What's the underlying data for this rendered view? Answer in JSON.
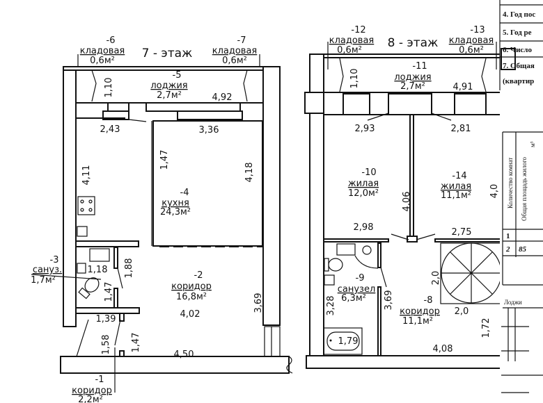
{
  "floor7": {
    "title": "7 - этаж",
    "storage_left": {
      "num": "-6",
      "name": "кладовая",
      "area": "0,6м²"
    },
    "storage_right": {
      "num": "-7",
      "name": "кладовая",
      "area": "0,6м²"
    },
    "loggia": {
      "num": "-5",
      "name": "лоджия",
      "area": "2,7м²"
    },
    "kitchen": {
      "num": "-4",
      "name": "кухня",
      "area": "24,3м²"
    },
    "bathroom": {
      "num": "-3",
      "name": "сануз.",
      "area": "1,7м²"
    },
    "corridor": {
      "num": "-2",
      "name": "коридор",
      "area": "16,8м²"
    },
    "hall": {
      "num": "-1",
      "name": "коридор",
      "area": "2,2м²"
    },
    "dims": [
      "1,10",
      "4,92",
      "2,43",
      "3,36",
      "1,47",
      "4,11",
      "4,18",
      "1,18",
      "1,88",
      "1,47",
      "4,02",
      "3,69",
      "1,39",
      "1,58",
      "1,47",
      "4,50"
    ]
  },
  "floor8": {
    "title": "8 - этаж",
    "storage_left": {
      "num": "-12",
      "name": "кладовая",
      "area": "0,6м²"
    },
    "storage_right": {
      "num": "-13",
      "name": "кладовая",
      "area": "0,6м²"
    },
    "loggia": {
      "num": "-11",
      "name": "лоджия",
      "area": "2,7м²"
    },
    "room1": {
      "num": "-10",
      "name": "жилая",
      "area": "12,0м²"
    },
    "room2": {
      "num": "-14",
      "name": "жилая",
      "area": "11,1м²"
    },
    "bathroom": {
      "num": "-9",
      "name": "санузел",
      "area": "6,3м²"
    },
    "corridor": {
      "num": "-8",
      "name": "коридор",
      "area": "11,1м²"
    },
    "dims": [
      "1,10",
      "4,91",
      "2,93",
      "2,81",
      "4,06",
      "4,0",
      "2,98",
      "2,75",
      "2,0",
      "2,0",
      "3,28",
      "3,69",
      "1,72",
      "1,79",
      "4,08"
    ]
  },
  "side_table": {
    "rows": [
      "4. Год пос",
      "5. Год ре",
      "6. Число",
      "7. Общая",
      "(квартир"
    ],
    "col_headers": [
      "Количество комнат",
      "Общая площадь жилого",
      "м³"
    ],
    "data_rows": [
      [
        "1",
        ""
      ],
      [
        "2",
        "85"
      ]
    ],
    "loggia_label": "Лоджи"
  }
}
